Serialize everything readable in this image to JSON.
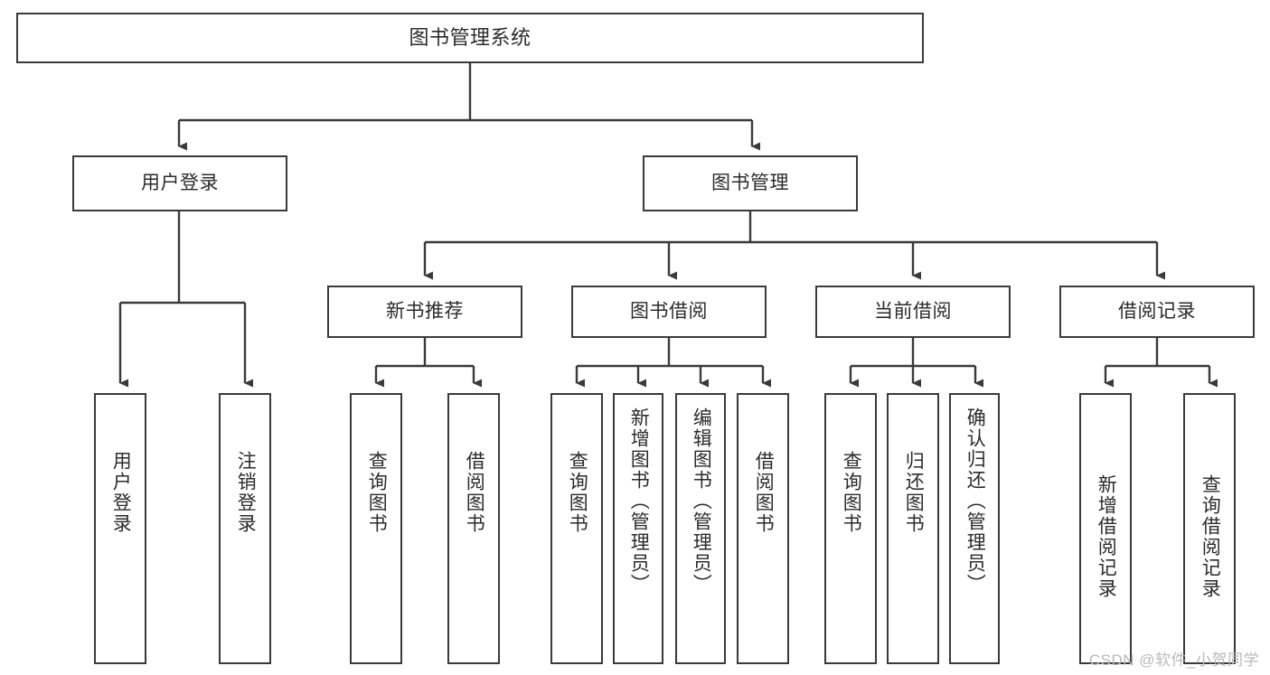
{
  "diagram": {
    "type": "tree-hierarchy",
    "title": "图书管理系统",
    "watermark": "CSDN @软件_小贺同学",
    "colors": {
      "border": "#3a3a3a",
      "background": "#ffffff",
      "text": "#2b2b2b",
      "watermark": "#b9b9b9"
    },
    "levels": {
      "root": {
        "label": "图书管理系统"
      },
      "level2": [
        {
          "label": "用户登录"
        },
        {
          "label": "图书管理"
        }
      ],
      "level3": [
        {
          "label": "新书推荐"
        },
        {
          "label": "图书借阅"
        },
        {
          "label": "当前借阅"
        },
        {
          "label": "借阅记录"
        }
      ],
      "leaves": [
        {
          "label": "用户登录",
          "parent": "用户登录"
        },
        {
          "label": "注销登录",
          "parent": "用户登录"
        },
        {
          "label": "查询图书",
          "parent": "新书推荐"
        },
        {
          "label": "借阅图书",
          "parent": "新书推荐"
        },
        {
          "label": "查询图书",
          "parent": "图书借阅"
        },
        {
          "label": "新增图书（管理员）",
          "parent": "图书借阅"
        },
        {
          "label": "编辑图书（管理员）",
          "parent": "图书借阅"
        },
        {
          "label": "借阅图书",
          "parent": "图书借阅"
        },
        {
          "label": "查询图书",
          "parent": "当前借阅"
        },
        {
          "label": "归还图书",
          "parent": "当前借阅"
        },
        {
          "label": "确认归还（管理员）",
          "parent": "当前借阅"
        },
        {
          "label": "新增借阅记录",
          "parent": "借阅记录"
        },
        {
          "label": "查询借阅记录",
          "parent": "借阅记录"
        }
      ]
    }
  }
}
